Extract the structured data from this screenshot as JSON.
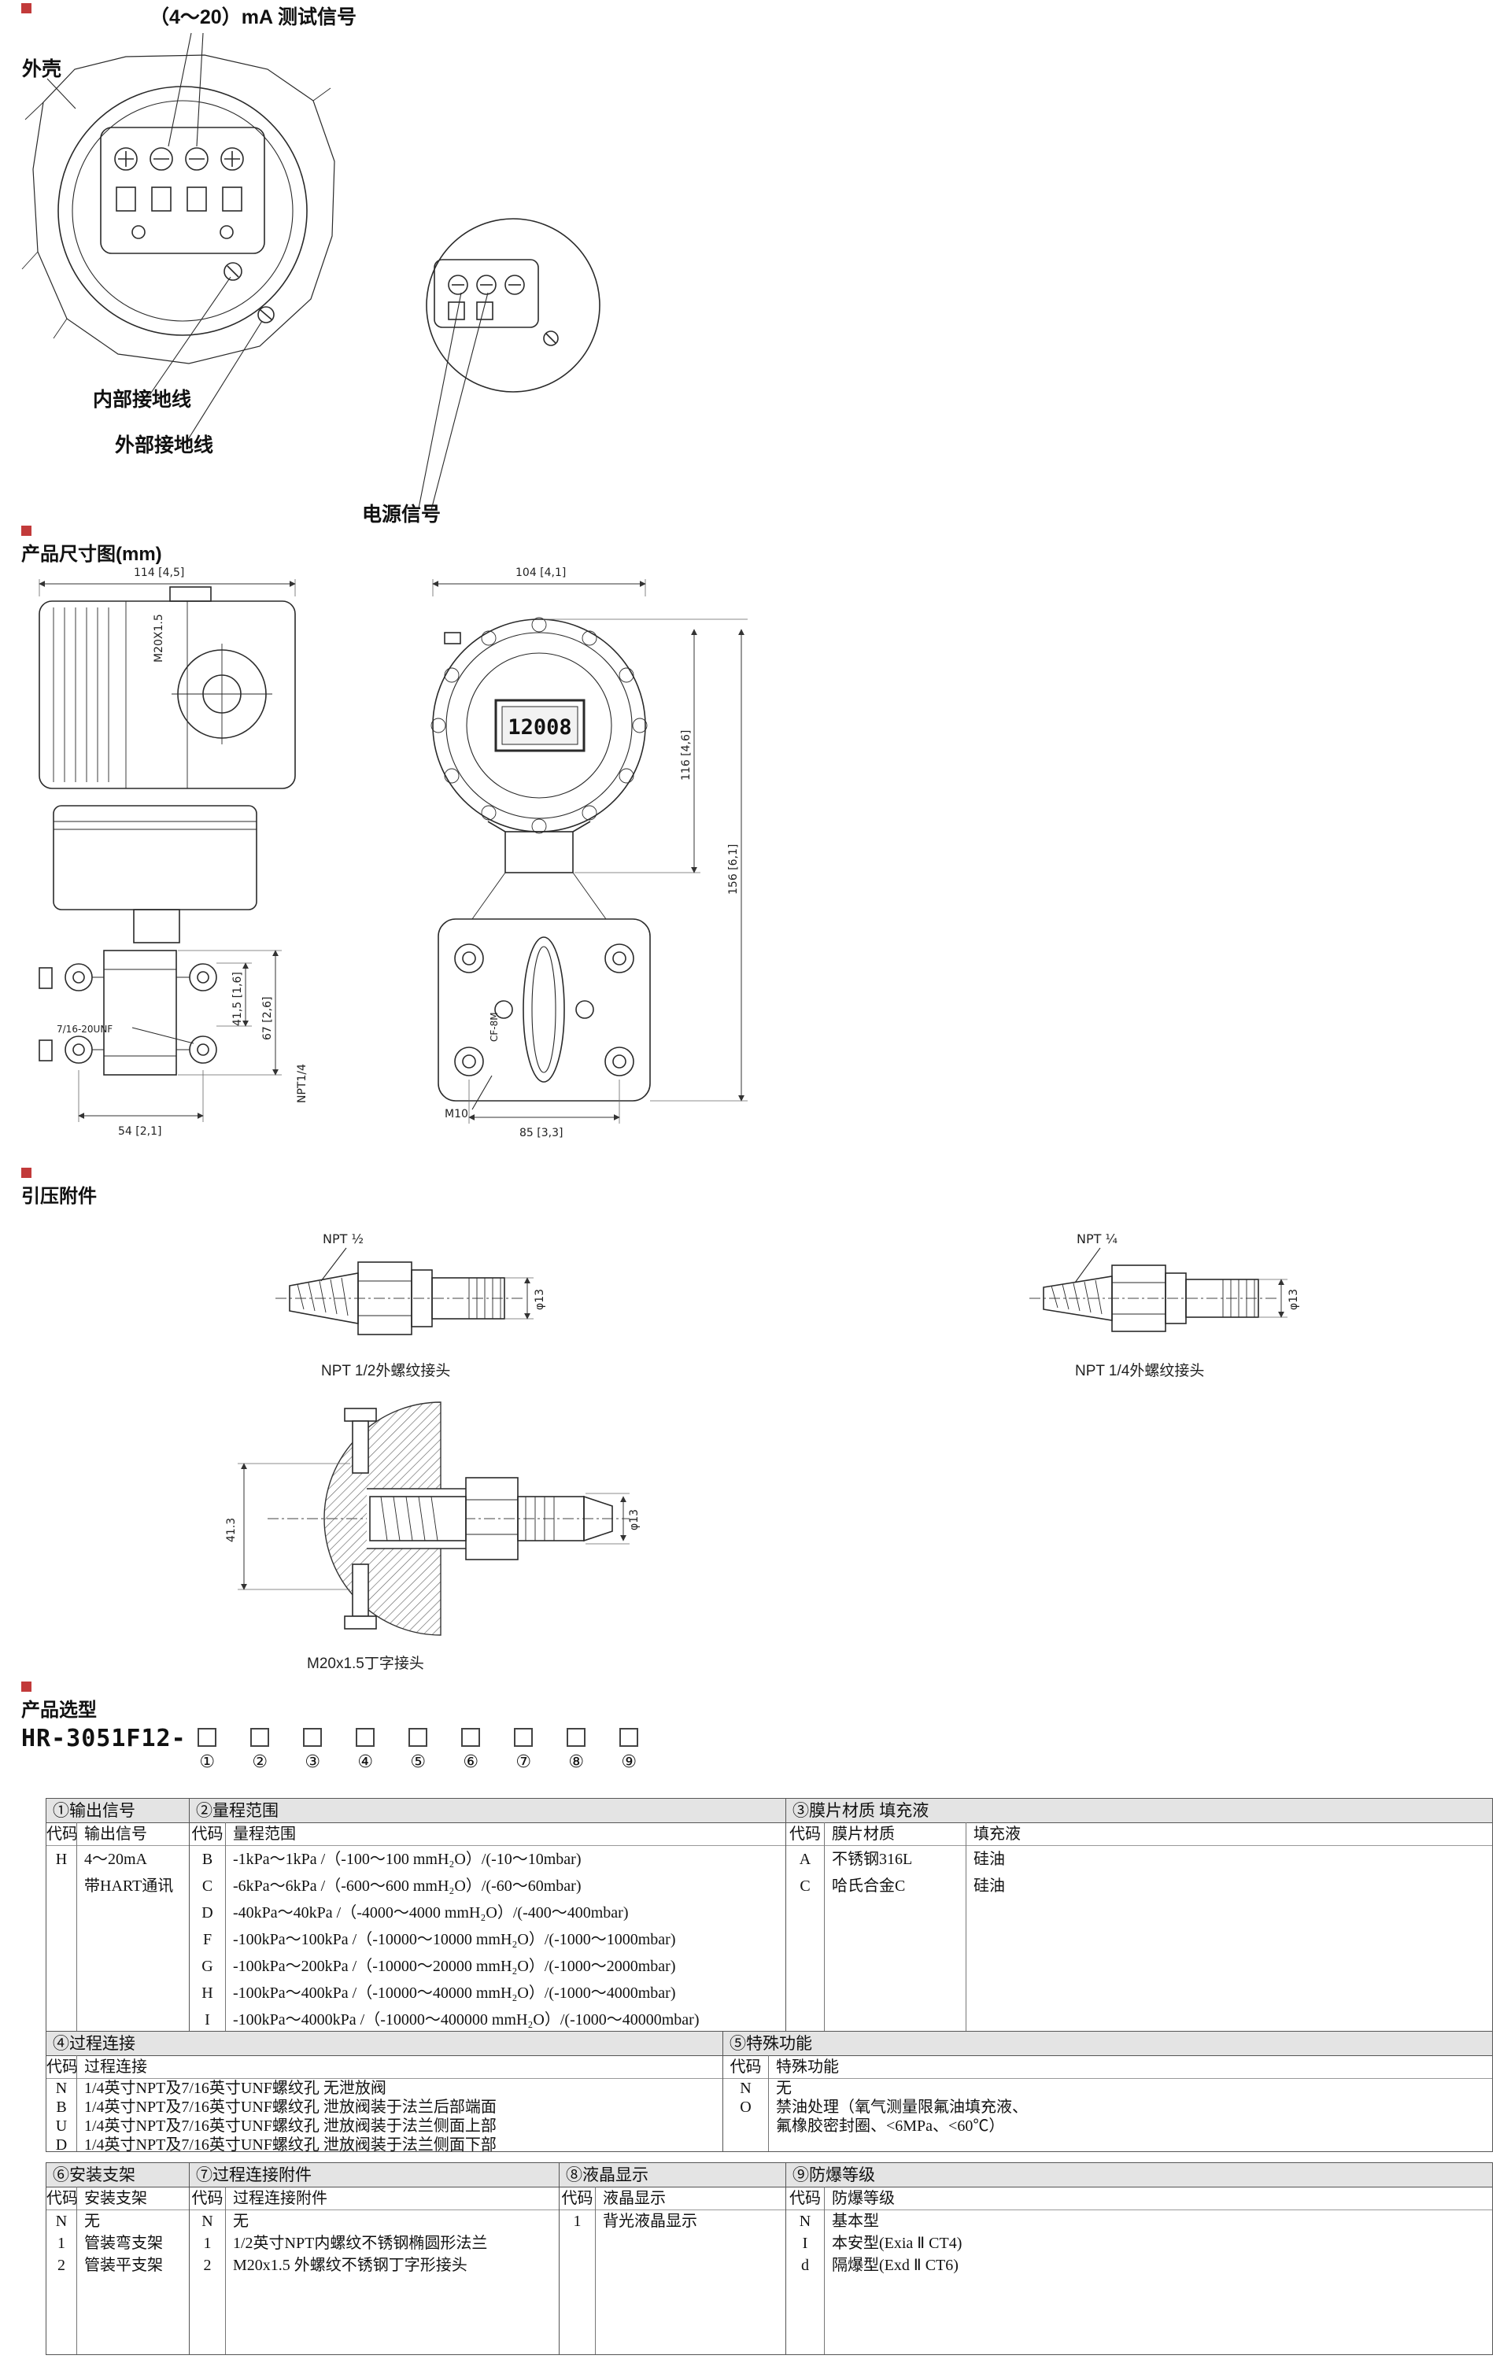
{
  "page": {
    "bg": "#ffffff",
    "accent": "#c23a3a",
    "line": "#2a2a2a"
  },
  "wiring": {
    "test_signal_label": "（4～20）mA 测试信号",
    "shell_label": "外壳",
    "internal_ground_label": "内部接地线",
    "external_ground_label": "外部接地线",
    "power_signal_label": "电源信号"
  },
  "dimensions": {
    "title": "产品尺寸图(mm)",
    "top_width": "114 [4,5]",
    "front_width": "104 [4,1]",
    "head_height": "116 [4,6]",
    "total_height": "156 [6,1]",
    "flange_height": "41,5 [1,6]",
    "flange_total": "67 [2,6]",
    "unf_label": "7/16-20UNF",
    "npt_label": "NPT1/4",
    "bottom_width": "54 [2,1]",
    "flange_width": "85 [3,3]",
    "m10_label": "M10",
    "conduit_label": "M20X1.5",
    "lcd_value": "12008",
    "flange_mark": "CF-8M"
  },
  "adapters": {
    "title": "引压附件",
    "npt12_label": "NPT ½",
    "npt12_dia": "φ13",
    "npt12_caption": "NPT 1/2外螺纹接头",
    "npt14_label": "NPT ¼",
    "npt14_dia": "φ13",
    "npt14_caption": "NPT 1/4外螺纹接头",
    "m20_height": "41.3",
    "m20_dia": "φ13",
    "m20_caption": "M20x1.5丁字接头"
  },
  "selection": {
    "title": "产品选型",
    "model_prefix": "HR-3051F12-",
    "positions": [
      {
        "num": "①"
      },
      {
        "num": "②"
      },
      {
        "num": "③"
      },
      {
        "num": "④"
      },
      {
        "num": "⑤"
      },
      {
        "num": "⑥"
      },
      {
        "num": "⑦"
      },
      {
        "num": "⑧"
      },
      {
        "num": "⑨"
      }
    ]
  },
  "table": {
    "output": {
      "title": "①输出信号",
      "col_code": "代码",
      "col_name": "输出信号",
      "rows": [
        {
          "code": "H",
          "text": "4～20mA"
        },
        {
          "code": "",
          "text": "带HART通讯"
        }
      ]
    },
    "range": {
      "title": "②量程范围",
      "col_code": "代码",
      "col_name": "量程范围",
      "rows": [
        {
          "code": "B",
          "text": "-1kPa～1kPa /（-100～100 mmH₂O）/(-10～10mbar)"
        },
        {
          "code": "C",
          "text": "-6kPa～6kPa /（-600～600 mmH₂O）/(-60～60mbar)"
        },
        {
          "code": "D",
          "text": "-40kPa～40kPa /（-4000～4000 mmH₂O）/(-400～400mbar)"
        },
        {
          "code": "F",
          "text": "-100kPa～100kPa /（-10000～10000 mmH₂O）/(-1000～1000mbar)"
        },
        {
          "code": "G",
          "text": "-100kPa～200kPa /（-10000～20000 mmH₂O）/(-1000～2000mbar)"
        },
        {
          "code": "H",
          "text": "-100kPa～400kPa /（-10000～40000 mmH₂O）/(-1000～4000mbar)"
        },
        {
          "code": "I",
          "text": "-100kPa～4000kPa /（-10000～400000 mmH₂O）/(-1000～40000mbar)"
        }
      ]
    },
    "diaphragm": {
      "title": "③膜片材质 填充液",
      "col_code": "代码",
      "col_material": "膜片材质",
      "col_fill": "填充液",
      "rows": [
        {
          "code": "A",
          "material": "不锈钢316L",
          "fill": "硅油"
        },
        {
          "code": "C",
          "material": "哈氏合金C",
          "fill": "硅油"
        }
      ]
    },
    "process": {
      "title": "④过程连接",
      "col_code": "代码",
      "col_name": "过程连接",
      "rows": [
        {
          "code": "N",
          "text": "1/4英寸NPT及7/16英寸UNF螺纹孔 无泄放阀"
        },
        {
          "code": "B",
          "text": "1/4英寸NPT及7/16英寸UNF螺纹孔 泄放阀装于法兰后部端面"
        },
        {
          "code": "U",
          "text": "1/4英寸NPT及7/16英寸UNF螺纹孔 泄放阀装于法兰侧面上部"
        },
        {
          "code": "D",
          "text": "1/4英寸NPT及7/16英寸UNF螺纹孔 泄放阀装于法兰侧面下部"
        }
      ]
    },
    "special": {
      "title": "⑤特殊功能",
      "col_code": "代码",
      "col_name": "特殊功能",
      "rows": [
        {
          "code": "N",
          "text": "无"
        },
        {
          "code": "O",
          "text": "禁油处理（氧气测量限氟油填充液、"
        },
        {
          "code": "",
          "text": "氟橡胶密封圈、<6MPa、<60℃）"
        }
      ]
    },
    "bracket": {
      "title": "⑥安装支架",
      "col_code": "代码",
      "col_name": "安装支架",
      "rows": [
        {
          "code": "N",
          "text": "无"
        },
        {
          "code": "1",
          "text": "管装弯支架"
        },
        {
          "code": "2",
          "text": "管装平支架"
        }
      ]
    },
    "accessory": {
      "title": "⑦过程连接附件",
      "col_code": "代码",
      "col_name": "过程连接附件",
      "rows": [
        {
          "code": "N",
          "text": "无"
        },
        {
          "code": "1",
          "text": "1/2英寸NPT内螺纹不锈钢椭圆形法兰"
        },
        {
          "code": "2",
          "text": "M20x1.5 外螺纹不锈钢丁字形接头"
        }
      ]
    },
    "display": {
      "title": "⑧液晶显示",
      "col_code": "代码",
      "col_name": "液晶显示",
      "rows": [
        {
          "code": "1",
          "text": "背光液晶显示"
        }
      ]
    },
    "explosion": {
      "title": "⑨防爆等级",
      "col_code": "代码",
      "col_name": "防爆等级",
      "rows": [
        {
          "code": "N",
          "text": "基本型"
        },
        {
          "code": "I",
          "text": "本安型(Exia Ⅱ CT4)"
        },
        {
          "code": "d",
          "text": "隔爆型(Exd Ⅱ CT6)"
        }
      ]
    }
  }
}
